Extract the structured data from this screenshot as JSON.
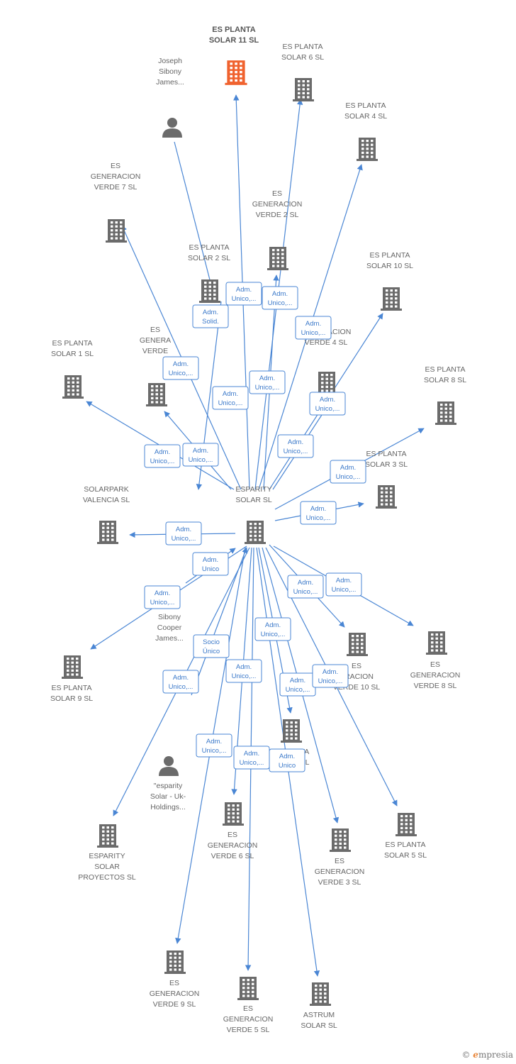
{
  "colors": {
    "edge": "#4a86d4",
    "building": "#6b6b6b",
    "focus_building": "#f0622e",
    "person": "#6b6b6b"
  },
  "nodes": [
    {
      "id": "es-planta-solar-11",
      "type": "company",
      "focus": true,
      "lines": [
        "ES PLANTA",
        "SOLAR 11  SL"
      ]
    },
    {
      "id": "es-planta-solar-6",
      "type": "company",
      "lines": [
        "ES PLANTA",
        "SOLAR 6  SL"
      ]
    },
    {
      "id": "joseph-sibony",
      "type": "person",
      "lines": [
        "Joseph",
        "Sibony",
        "James..."
      ]
    },
    {
      "id": "es-planta-solar-4",
      "type": "company",
      "lines": [
        "ES PLANTA",
        "SOLAR 4  SL"
      ]
    },
    {
      "id": "es-generacion-verde-7",
      "type": "company",
      "lines": [
        "ES",
        "GENERACION",
        "VERDE 7  SL"
      ]
    },
    {
      "id": "es-generacion-verde-2",
      "type": "company",
      "lines": [
        "ES",
        "GENERACION",
        "VERDE 2  SL"
      ]
    },
    {
      "id": "es-planta-solar-2",
      "type": "company",
      "lines": [
        "ES PLANTA",
        "SOLAR 2  SL"
      ]
    },
    {
      "id": "es-planta-solar-10",
      "type": "company",
      "lines": [
        "ES PLANTA",
        "SOLAR 10  SL"
      ]
    },
    {
      "id": "es-planta-solar-1",
      "type": "company",
      "lines": [
        "ES PLANTA",
        "SOLAR 1  SL"
      ]
    },
    {
      "id": "es-generacion-verde-x",
      "type": "company",
      "lines": [
        "ES",
        "GENERA",
        "VERDE"
      ]
    },
    {
      "id": "es-generacion-verde-4",
      "type": "company",
      "lines": [
        "ES",
        "GENERACION",
        "VERDE 4  SL"
      ]
    },
    {
      "id": "es-planta-solar-8",
      "type": "company",
      "lines": [
        "ES PLANTA",
        "SOLAR 8  SL"
      ]
    },
    {
      "id": "es-planta-solar-3",
      "type": "company",
      "lines": [
        "ES PLANTA",
        "SOLAR 3  SL"
      ]
    },
    {
      "id": "solarpark-valencia",
      "type": "company",
      "lines": [
        "SOLARPARK",
        "VALENCIA  SL"
      ]
    },
    {
      "id": "esparity-solar",
      "type": "company",
      "lines": [
        "ESPARITY",
        "SOLAR  SL"
      ]
    },
    {
      "id": "sibony-cooper",
      "type": "person-label",
      "lines": [
        "Sibony",
        "Cooper",
        "James..."
      ]
    },
    {
      "id": "es-planta-solar-9",
      "type": "company",
      "lines": [
        "ES PLANTA",
        "SOLAR 9  SL"
      ]
    },
    {
      "id": "es-generacion-verde-10",
      "type": "company",
      "lines": [
        "ES",
        "ERACION",
        "VERDE 10  SL"
      ]
    },
    {
      "id": "es-generacion-verde-8",
      "type": "company",
      "lines": [
        "ES",
        "GENERACION",
        "VERDE 8  SL"
      ]
    },
    {
      "id": "es-planta-solar-x",
      "type": "company",
      "lines": [
        "TA",
        "SL"
      ]
    },
    {
      "id": "esparity-uk",
      "type": "person",
      "lines": [
        "\"esparity",
        "Solar - Uk-",
        "Holdings..."
      ]
    },
    {
      "id": "es-generacion-verde-6",
      "type": "company",
      "lines": [
        "ES",
        "GENERACION",
        "VERDE 6  SL"
      ]
    },
    {
      "id": "esparity-solar-proyectos",
      "type": "company",
      "lines": [
        "ESPARITY",
        "SOLAR",
        "PROYECTOS  SL"
      ]
    },
    {
      "id": "es-generacion-verde-3",
      "type": "company",
      "lines": [
        "ES",
        "GENERACION",
        "VERDE 3  SL"
      ]
    },
    {
      "id": "es-planta-solar-5",
      "type": "company",
      "lines": [
        "ES PLANTA",
        "SOLAR 5  SL"
      ]
    },
    {
      "id": "es-generacion-verde-9",
      "type": "company",
      "lines": [
        "ES",
        "GENERACION",
        "VERDE 9  SL"
      ]
    },
    {
      "id": "es-generacion-verde-5",
      "type": "company",
      "lines": [
        "ES",
        "GENERACION",
        "VERDE 5  SL"
      ]
    },
    {
      "id": "astrum-solar",
      "type": "company",
      "lines": [
        "ASTRUM",
        "SOLAR  SL"
      ]
    }
  ],
  "relations": [
    {
      "id": "rel-solar-11",
      "lines": [
        "Adm.",
        "Unico,..."
      ]
    },
    {
      "id": "rel-verde-2",
      "lines": [
        "Adm.",
        "Unico,..."
      ]
    },
    {
      "id": "rel-joseph",
      "lines": [
        "Adm.",
        "Solid."
      ]
    },
    {
      "id": "rel-solar-4",
      "lines": [
        "Adm.",
        "Unico,..."
      ]
    },
    {
      "id": "rel-verde-x",
      "lines": [
        "Adm.",
        "Unico,..."
      ]
    },
    {
      "id": "rel-solar-6",
      "lines": [
        "Adm.",
        "Unico,..."
      ]
    },
    {
      "id": "rel-solar-2",
      "lines": [
        "Adm.",
        "Unico,..."
      ]
    },
    {
      "id": "rel-verde-4",
      "lines": [
        "Adm.",
        "Unico,..."
      ]
    },
    {
      "id": "rel-solar-1",
      "lines": [
        "Adm.",
        "Unico,..."
      ]
    },
    {
      "id": "rel-verde-7",
      "lines": [
        "Adm.",
        "Unico,..."
      ]
    },
    {
      "id": "rel-solar-10",
      "lines": [
        "Adm.",
        "Unico,..."
      ]
    },
    {
      "id": "rel-solar-8",
      "lines": [
        "Adm.",
        "Unico,..."
      ]
    },
    {
      "id": "rel-solar-3",
      "lines": [
        "Adm.",
        "Unico,..."
      ]
    },
    {
      "id": "rel-solarpark",
      "lines": [
        "Adm.",
        "Unico,..."
      ]
    },
    {
      "id": "rel-sibony-cooper",
      "lines": [
        "Adm.",
        "Unico"
      ]
    },
    {
      "id": "rel-solar-9",
      "lines": [
        "Adm.",
        "Unico,..."
      ]
    },
    {
      "id": "rel-verde-10",
      "lines": [
        "Adm.",
        "Unico,..."
      ]
    },
    {
      "id": "rel-verde-8",
      "lines": [
        "Adm.",
        "Unico,..."
      ]
    },
    {
      "id": "rel-verde-6",
      "lines": [
        "Adm.",
        "Unico,..."
      ]
    },
    {
      "id": "rel-esparity-uk",
      "lines": [
        "Socio",
        "Único"
      ]
    },
    {
      "id": "rel-proyectos",
      "lines": [
        "Adm.",
        "Unico,..."
      ]
    },
    {
      "id": "rel-verde-6b",
      "lines": [
        "Adm.",
        "Unico,..."
      ]
    },
    {
      "id": "rel-solar-x",
      "lines": [
        "Adm.",
        "Unico,..."
      ]
    },
    {
      "id": "rel-verde-3",
      "lines": [
        "Adm.",
        "Unico,..."
      ]
    },
    {
      "id": "rel-verde-9",
      "lines": [
        "Adm.",
        "Unico,..."
      ]
    },
    {
      "id": "rel-verde-5",
      "lines": [
        "Adm.",
        "Unico,..."
      ]
    },
    {
      "id": "rel-astrum",
      "lines": [
        "Adm.",
        "Unico"
      ]
    }
  ],
  "footer": {
    "copyright": "©",
    "brand_first": "e",
    "brand_rest": "mpresia"
  }
}
